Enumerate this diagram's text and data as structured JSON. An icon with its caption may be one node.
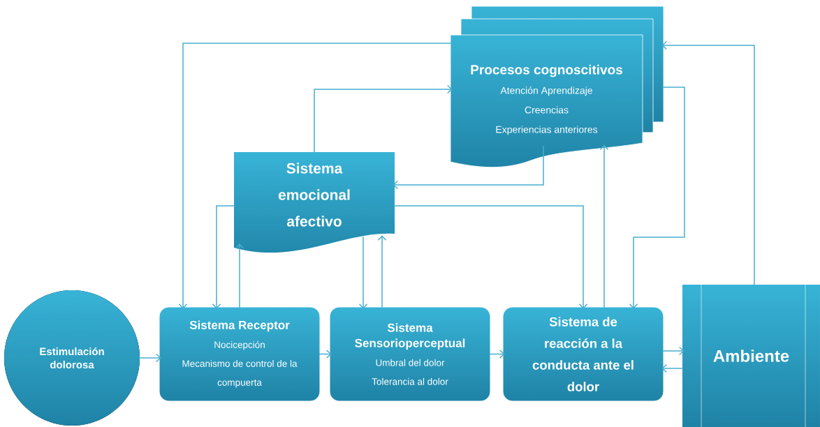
{
  "diagram": {
    "nodes": [
      {
        "text": [
          "Estimulación dolorosa"
        ]
      },
      {
        "text": [
          "Sistema Receptor",
          "Nocicepción",
          "Mecanismo de control de la compuerta"
        ]
      },
      {
        "text": [
          "Sistema Sensorioperceptual",
          "Umbral del dolor",
          "Tolerancia al dolor"
        ]
      },
      {
        "text": [
          "Sistema de reacción a la conducta ante el dolor"
        ]
      },
      {
        "text": [
          "Ambiente"
        ]
      },
      {
        "text": [
          "Sistema emocional afectivo"
        ]
      },
      {
        "text": [
          "Procesos cognoscitivos",
          "Atención Aprendizaje",
          "Creencias",
          "Experiencias anteriores"
        ]
      }
    ],
    "edges": [
      {
        "from": 0,
        "to": 1,
        "arrow": "to"
      },
      {
        "from": 1,
        "to": 2,
        "arrow": "to"
      },
      {
        "from": 2,
        "to": 3,
        "arrow": "to"
      },
      {
        "from": 3,
        "to": 4,
        "arrow": "to"
      },
      {
        "from": 4,
        "to": 3,
        "arrow": "to"
      },
      {
        "from": 6,
        "to": 1,
        "arrow": "to"
      },
      {
        "from": 5,
        "to": 6,
        "arrow": "to"
      },
      {
        "from": 6,
        "to": 5,
        "arrow": "to"
      },
      {
        "from": 5,
        "to": 1,
        "arrow": "to"
      },
      {
        "from": 1,
        "to": 5,
        "arrow": "to"
      },
      {
        "from": 5,
        "to": 2,
        "arrow": "to"
      },
      {
        "from": 2,
        "to": 5,
        "arrow": "to"
      },
      {
        "from": 5,
        "to": 3,
        "arrow": "to"
      },
      {
        "from": 3,
        "to": 6,
        "arrow": "to"
      },
      {
        "from": 6,
        "to": 3,
        "arrow": "to"
      },
      {
        "from": 4,
        "to": 6,
        "arrow": "to"
      }
    ]
  }
}
